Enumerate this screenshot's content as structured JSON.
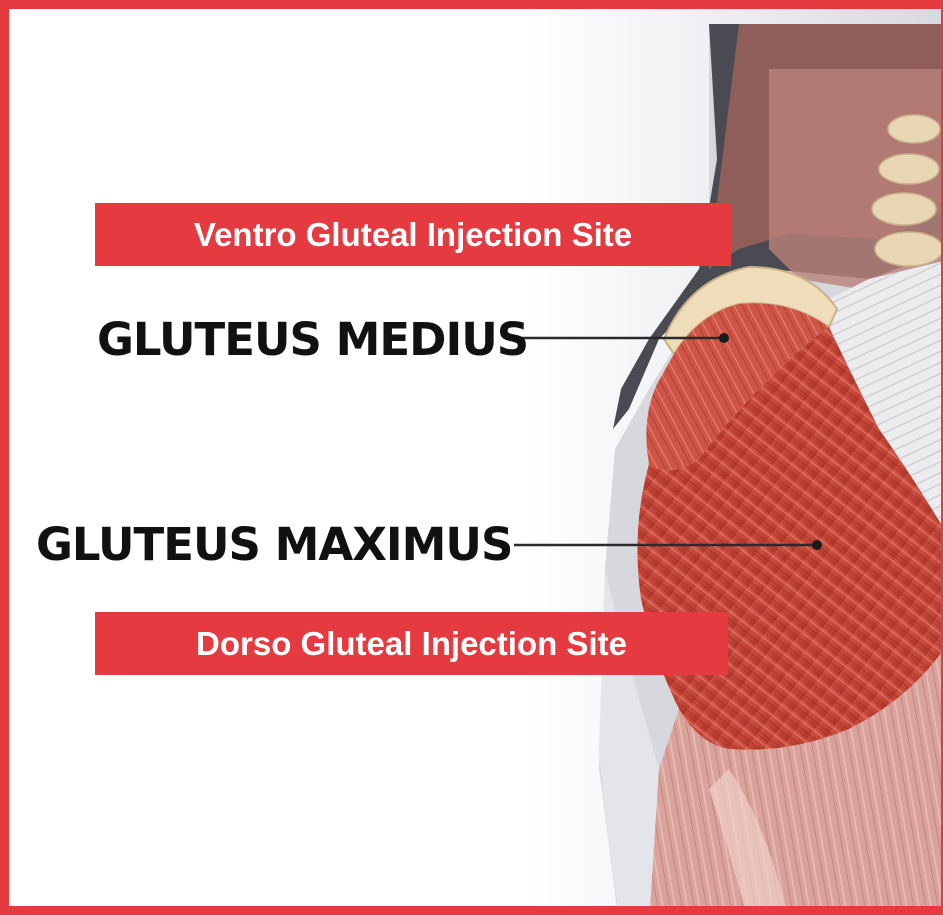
{
  "colors": {
    "frame": "#e53a3f",
    "banner": "#e53a3f",
    "banner_text": "#ffffff",
    "label_text": "#111111",
    "muscle": "#c84a3c",
    "fascia": "#ececec",
    "skin": "#d9dadf"
  },
  "banners": {
    "top": "Ventro Gluteal Injection Site",
    "bottom": "Dorso Gluteal Injection Site"
  },
  "labels": {
    "medius": "GLUTEUS MEDIUS",
    "maximus": "GLUTEUS MAXIMUS"
  }
}
